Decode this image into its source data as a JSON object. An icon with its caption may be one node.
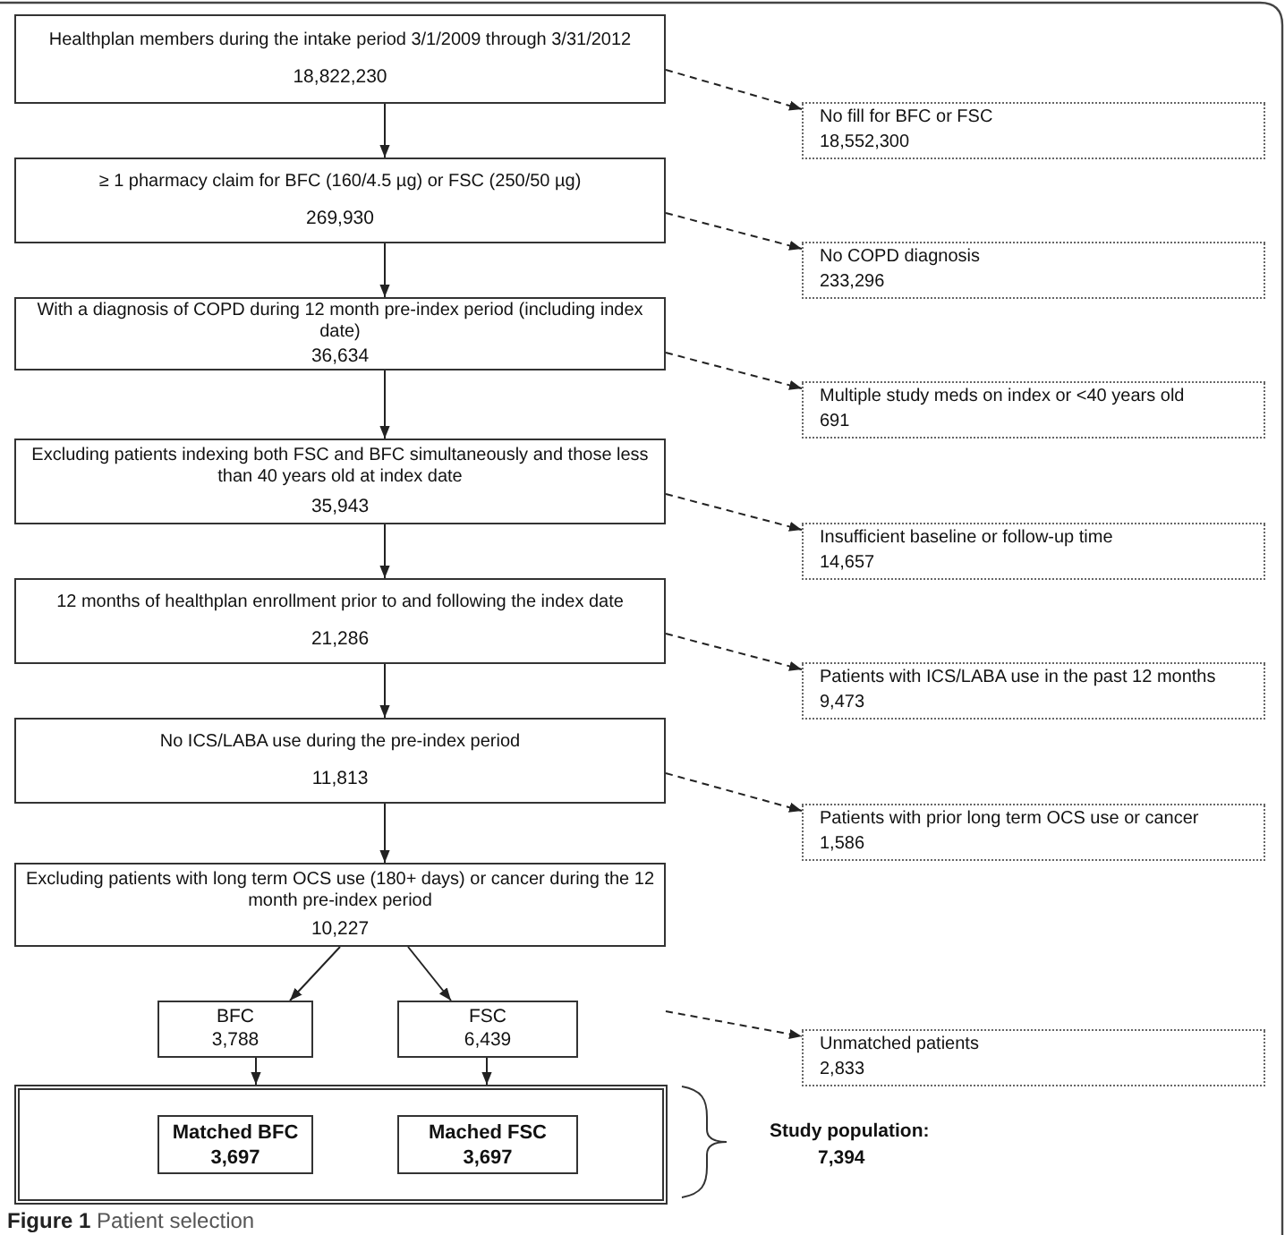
{
  "diagram": {
    "caption": "**Figure 1** Patient selection",
    "nodes": [
      {
        "text": [
          "Healthplan members during the intake period 3/1/2009 through 3/31/2012",
          "18,822,230"
        ]
      },
      {
        "text": [
          "No fill for BFC or FSC",
          "18,552,300"
        ]
      },
      {
        "text": [
          "≥ 1 pharmacy claim for BFC (160/4.5 µg) or FSC (250/50 µg)",
          "269,930"
        ]
      },
      {
        "text": [
          "No COPD diagnosis",
          "233,296"
        ]
      },
      {
        "text": [
          "With a diagnosis of COPD during 12 month pre-index period (including index date)",
          "36,634"
        ]
      },
      {
        "text": [
          "Multiple study meds on index or <40 years old",
          "691"
        ]
      },
      {
        "text": [
          "Excluding patients indexing both FSC and BFC simultaneously and those less than 40 years old at index date",
          "35,943"
        ]
      },
      {
        "text": [
          "Insufficient baseline or follow-up time",
          "14,657"
        ]
      },
      {
        "text": [
          "12 months of healthplan enrollment prior to and following the index date",
          "21,286"
        ]
      },
      {
        "text": [
          "Patients with ICS/LABA use in the past 12 months",
          "9,473"
        ]
      },
      {
        "text": [
          "No ICS/LABA use during the pre-index period",
          "11,813"
        ]
      },
      {
        "text": [
          "Patients with prior long term OCS use or cancer",
          "1,586"
        ]
      },
      {
        "text": [
          "Excluding patients with long term OCS use (180+ days) or cancer during the 12 month pre-index period",
          "10,227"
        ]
      },
      {
        "text": [
          "BFC",
          "3,788"
        ]
      },
      {
        "text": [
          "FSC",
          "6,439"
        ]
      },
      {
        "text": [
          "Unmatched patients",
          "2,833"
        ]
      },
      {
        "text": [],
        "shape": "box"
      },
      {
        "text": [
          "Matched BFC",
          "3,697"
        ],
        "in": 16
      },
      {
        "text": [
          "Mached FSC",
          "3,697"
        ],
        "in": 16
      }
    ],
    "edges": [
      {
        "from": 0,
        "to": 2,
        "arrow": "to"
      },
      {
        "from": 0,
        "to": 1,
        "arrow": "to",
        "style": "dashed"
      },
      {
        "from": 2,
        "to": 4,
        "arrow": "to"
      },
      {
        "from": 2,
        "to": 3,
        "arrow": "to",
        "style": "dashed"
      },
      {
        "from": 4,
        "to": 6,
        "arrow": "to"
      },
      {
        "from": 4,
        "to": 5,
        "arrow": "to",
        "style": "dashed"
      },
      {
        "from": 6,
        "to": 8,
        "arrow": "to"
      },
      {
        "from": 6,
        "to": 7,
        "arrow": "to",
        "style": "dashed"
      },
      {
        "from": 8,
        "to": 10,
        "arrow": "to"
      },
      {
        "from": 8,
        "to": 9,
        "arrow": "to",
        "style": "dashed"
      },
      {
        "from": 10,
        "to": 12,
        "arrow": "to"
      },
      {
        "from": 10,
        "to": 11,
        "arrow": "to",
        "style": "dashed"
      },
      {
        "from": 12,
        "to": 13,
        "arrow": "to"
      },
      {
        "from": 12,
        "to": 14,
        "arrow": "to"
      },
      {
        "from": null,
        "to": 15,
        "arrow": "to",
        "style": "dashed"
      },
      {
        "from": 13,
        "to": 16,
        "arrow": "to"
      },
      {
        "from": 14,
        "to": 16,
        "arrow": "to"
      }
    ],
    "labels": [
      "Study population:",
      "7,394"
    ]
  }
}
